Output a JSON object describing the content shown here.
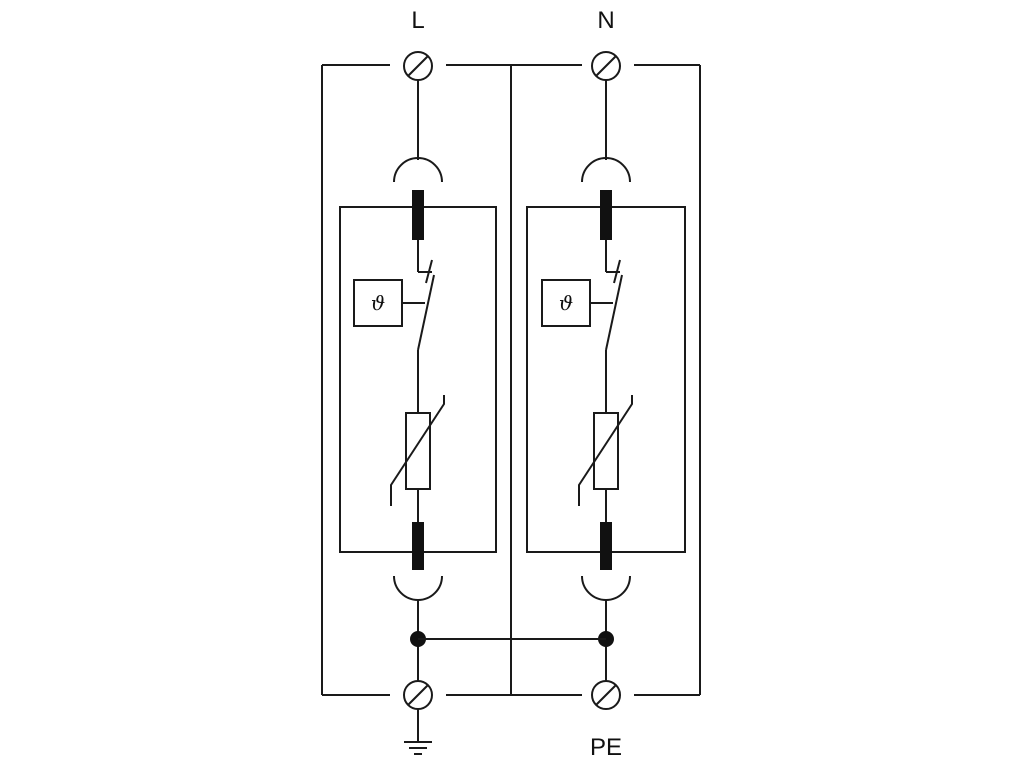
{
  "terminals": {
    "top_left": "L",
    "top_right": "N",
    "bottom_right": "PE"
  },
  "thermal_symbol": "ϑ",
  "icons": {
    "terminal": "screw-terminal-icon",
    "ground": "ground-icon",
    "varistor": "varistor-icon",
    "fuse": "fuse-icon",
    "switch": "disconnect-switch-icon",
    "junction": "junction-dot-icon"
  },
  "colors": {
    "stroke": "#1a1a1a",
    "background": "#ffffff"
  }
}
